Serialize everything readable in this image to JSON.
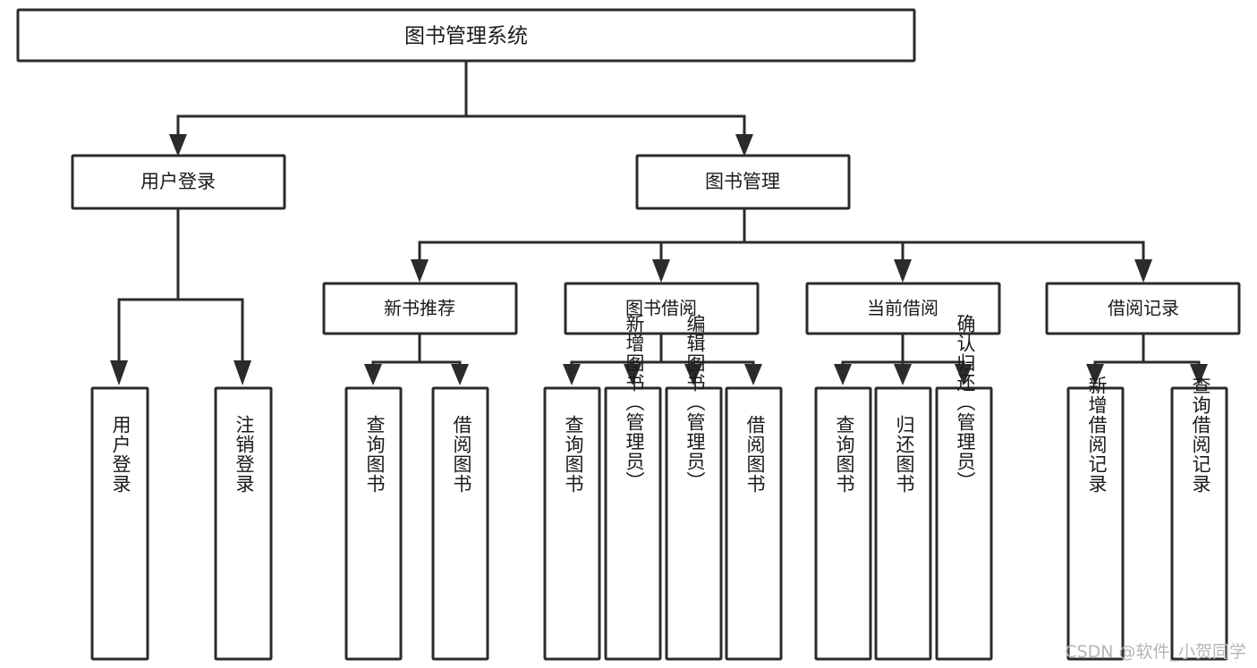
{
  "diagram": {
    "type": "tree",
    "title": "图书管理系统",
    "root": {
      "label": "图书管理系统"
    },
    "level1": [
      {
        "label": "用户登录"
      },
      {
        "label": "图书管理"
      }
    ],
    "level2": [
      {
        "label": "新书推荐"
      },
      {
        "label": "图书借阅"
      },
      {
        "label": "当前借阅"
      },
      {
        "label": "借阅记录"
      }
    ],
    "leaves": {
      "user_login": [
        {
          "label": "用户登录"
        },
        {
          "label": "注销登录"
        }
      ],
      "new_book_recommend": [
        {
          "label": "查询图书"
        },
        {
          "label": "借阅图书"
        }
      ],
      "book_borrow": [
        {
          "label": "查询图书"
        },
        {
          "label": "新增图书（管理员）"
        },
        {
          "label": "编辑图书（管理员）"
        },
        {
          "label": "借阅图书"
        }
      ],
      "current_borrow": [
        {
          "label": "查询图书"
        },
        {
          "label": "归还图书"
        },
        {
          "label": "确认归还（管理员）"
        }
      ],
      "borrow_record": [
        {
          "label": "新增借阅记录"
        },
        {
          "label": "查询借阅记录"
        }
      ]
    }
  },
  "watermark": {
    "text": "CSDN @软件_小贺同学"
  },
  "colors": {
    "background": "#ffffff",
    "stroke": "#2b2b2b",
    "node_fill": "#ffffff",
    "text": "#1a1a1a",
    "watermark": "#b6b6b6"
  }
}
